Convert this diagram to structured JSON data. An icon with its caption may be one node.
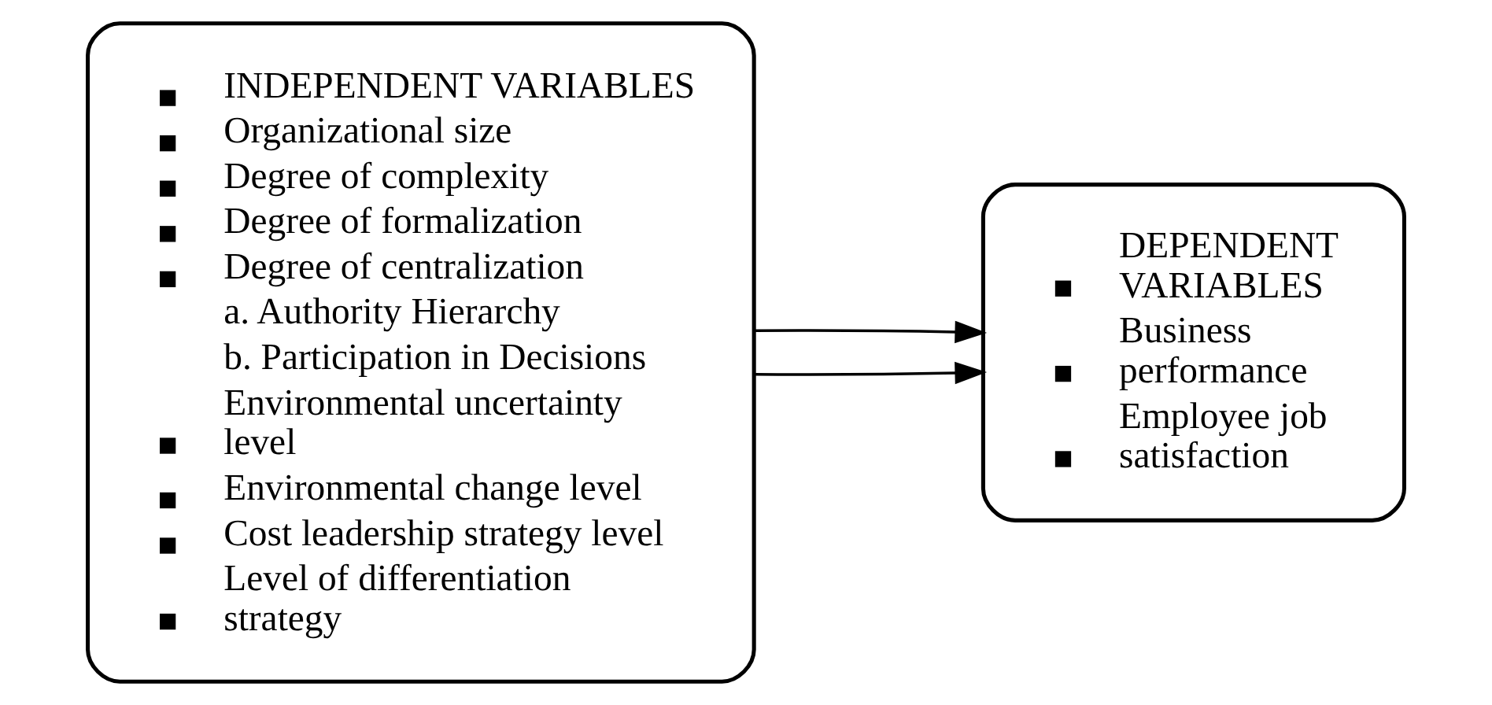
{
  "diagram": {
    "nodes": [
      {
        "text": [
          "INDEPENDENT VARIABLES",
          "Organizational size",
          "Degree of complexity",
          "Degree of formalization",
          "Degree of centralization",
          "a. Authority Hierarchy",
          "b. Participation in Decisions",
          "Environmental uncertainty level",
          "Environmental change level",
          "Cost leadership strategy level",
          "Level of differentiation strategy"
        ]
      },
      {
        "text": [
          "DEPENDENT VARIABLES",
          "Business performance",
          "Employee job satisfaction"
        ]
      }
    ],
    "edges": [
      {
        "from": 0,
        "to": 1,
        "arrow": "to"
      },
      {
        "from": 0,
        "to": 1,
        "arrow": "to"
      }
    ]
  }
}
